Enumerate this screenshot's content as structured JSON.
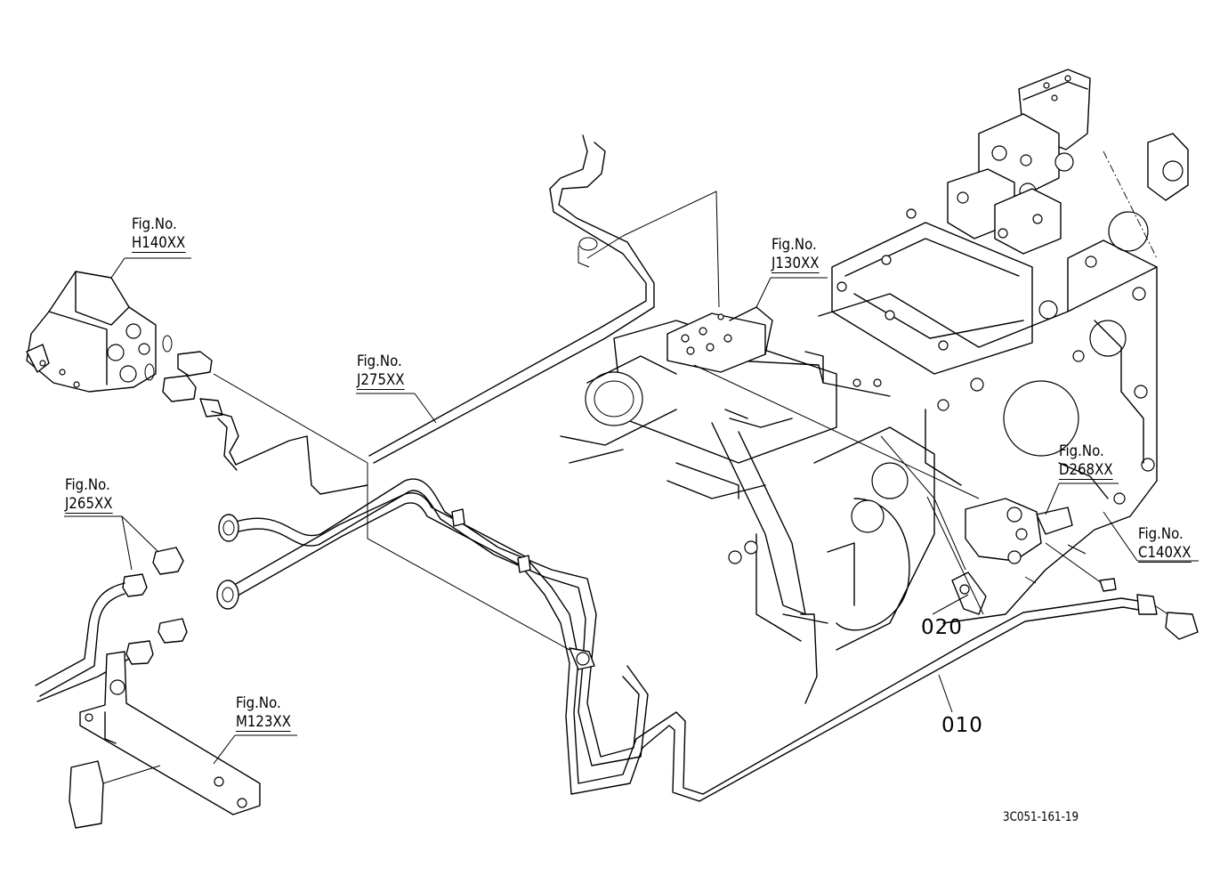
{
  "diagram": {
    "fig_refs": [
      {
        "id": "h140",
        "prefix": "Fig.No.",
        "code": "H140XX"
      },
      {
        "id": "j130",
        "prefix": "Fig.No.",
        "code": "J130XX"
      },
      {
        "id": "j275",
        "prefix": "Fig.No.",
        "code": "J275XX"
      },
      {
        "id": "j265",
        "prefix": "Fig.No.",
        "code": "J265XX"
      },
      {
        "id": "d268",
        "prefix": "Fig.No.",
        "code": "D268XX"
      },
      {
        "id": "c140",
        "prefix": "Fig.No.",
        "code": "C140XX"
      },
      {
        "id": "m123",
        "prefix": "Fig.No.",
        "code": "M123XX"
      }
    ],
    "part_numbers": [
      "020",
      "010"
    ],
    "drawing_id": "3C051-161-19"
  }
}
